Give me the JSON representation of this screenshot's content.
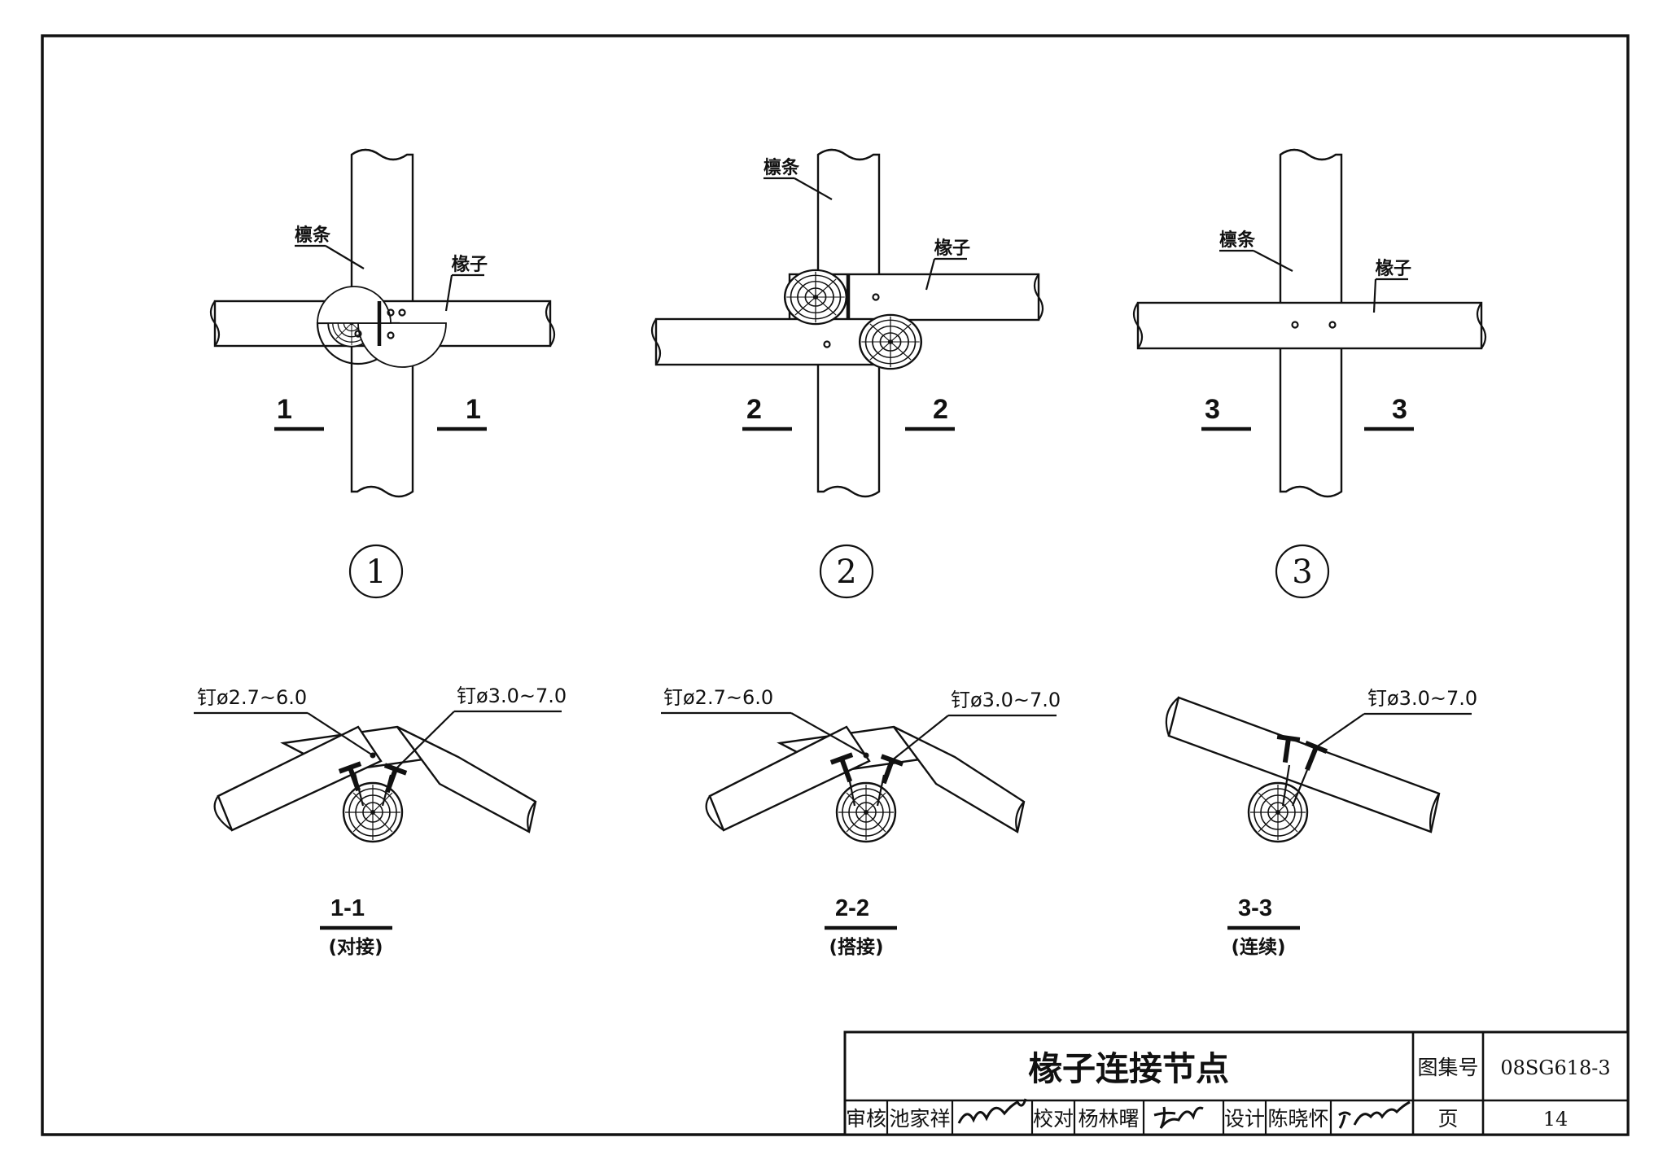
{
  "details": [
    {
      "purlin_label": "檩条",
      "rafter_label": "椽子",
      "section_mark": "1",
      "detail_number": "1"
    },
    {
      "purlin_label": "檩条",
      "rafter_label": "椽子",
      "section_mark": "2",
      "detail_number": "2"
    },
    {
      "purlin_label": "檩条",
      "rafter_label": "椽子",
      "section_mark": "3",
      "detail_number": "3"
    }
  ],
  "sections": [
    {
      "title": "1-1",
      "subtitle": "(对接)",
      "nail_left": "钉ø2.7~6.0",
      "nail_right": "钉ø3.0~7.0"
    },
    {
      "title": "2-2",
      "subtitle": "(搭接)",
      "nail_left": "钉ø2.7~6.0",
      "nail_right": "钉ø3.0~7.0"
    },
    {
      "title": "3-3",
      "subtitle": "(连续)",
      "nail_right": "钉ø3.0~7.0"
    }
  ],
  "title_block": {
    "drawing_title": "椽子连接节点",
    "atlas_no_label": "图集号",
    "atlas_no": "08SG618-3",
    "page_label": "页",
    "page_no": "14",
    "review_label": "审核",
    "reviewer": "池家祥",
    "check_label": "校对",
    "checker": "杨林曙",
    "design_label": "设计",
    "designer": "陈晓怀"
  }
}
